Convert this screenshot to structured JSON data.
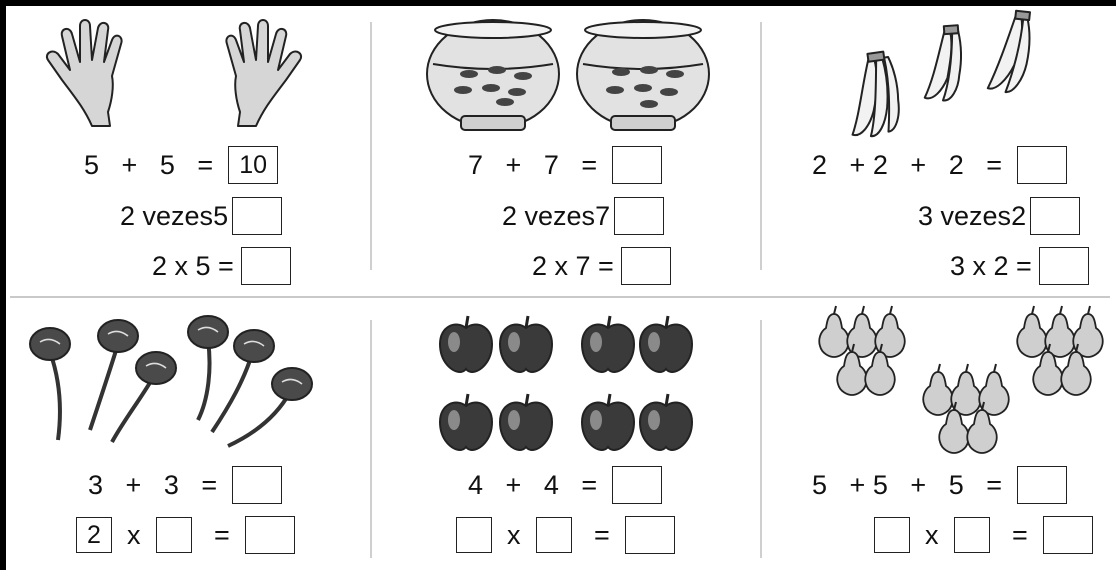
{
  "exercises": [
    {
      "picture": "hands-icon",
      "eq_sum": [
        "5",
        "+",
        "5",
        "=",
        "10"
      ],
      "eq_times": "2 vezes",
      "eq_times_n": "5",
      "eq_mult": "2 x 5 =",
      "answers": [
        "10",
        "",
        ""
      ]
    },
    {
      "picture": "fishbowl-icon",
      "eq_sum": [
        "7",
        "+",
        "7",
        "=",
        ""
      ],
      "eq_times": "2 vezes",
      "eq_times_n": "7",
      "eq_mult": "2 x 7 =",
      "answers": [
        "",
        "",
        ""
      ]
    },
    {
      "picture": "banana-bunch-icon",
      "eq_sum": [
        "2",
        "+",
        "2",
        "+",
        "2",
        "="
      ],
      "eq_times": "3 vezes",
      "eq_times_n": "2",
      "eq_mult": "3 x 2 =",
      "answers": [
        "",
        "",
        ""
      ]
    },
    {
      "picture": "rose-icon",
      "eq_sum": [
        "3",
        "+",
        "3",
        "="
      ],
      "eq_mult": [
        "2",
        "x",
        "",
        "="
      ],
      "answers": [
        "",
        "2",
        "",
        ""
      ]
    },
    {
      "picture": "apple-icon",
      "eq_sum": [
        "4",
        "+",
        "4",
        "="
      ],
      "eq_mult": [
        "",
        "x",
        "",
        "="
      ],
      "answers": [
        "",
        "",
        "",
        ""
      ]
    },
    {
      "picture": "pear-icon",
      "eq_sum": [
        "5",
        "+",
        "5",
        "+",
        "5",
        "="
      ],
      "eq_mult": [
        "",
        "x",
        "",
        "="
      ],
      "answers": [
        "",
        "",
        "",
        ""
      ]
    }
  ],
  "colors": {
    "ink": "#111111",
    "fill": "#d0d0d0",
    "dark_fill": "#3a3a3a",
    "divider": "#c9c9c9"
  }
}
